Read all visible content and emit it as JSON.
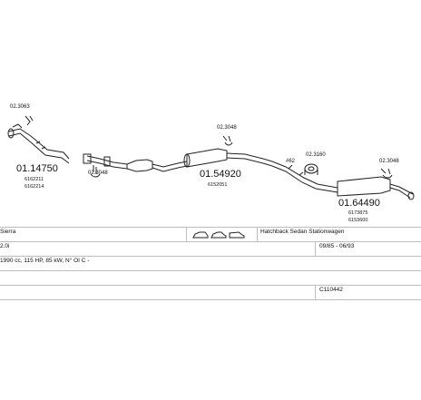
{
  "parts": {
    "p1_sub": "02.3063",
    "p1_main": "01.14750",
    "p1_alt1": "6162211",
    "p1_alt2": "6162214",
    "p2_sub": "02.3048",
    "p3_main": "01.54920",
    "p3_alt1": "6152051",
    "p4_sub": "02.3048",
    "p5_label": "#62",
    "p6_sub": "02.3160",
    "p7_sub": "02.3048",
    "p8_main": "01.64490",
    "p8_alt1": "6173875",
    "p8_alt2": "6153600"
  },
  "table": {
    "model": "Sierra",
    "body_types": "Hatchback Sedan Stationwagen",
    "engine": "2.0i",
    "date_range": "09/85 - 06/93",
    "details": "1990 cc, 115 HP, 85 kW, N° OI C -",
    "code": "C110442"
  }
}
